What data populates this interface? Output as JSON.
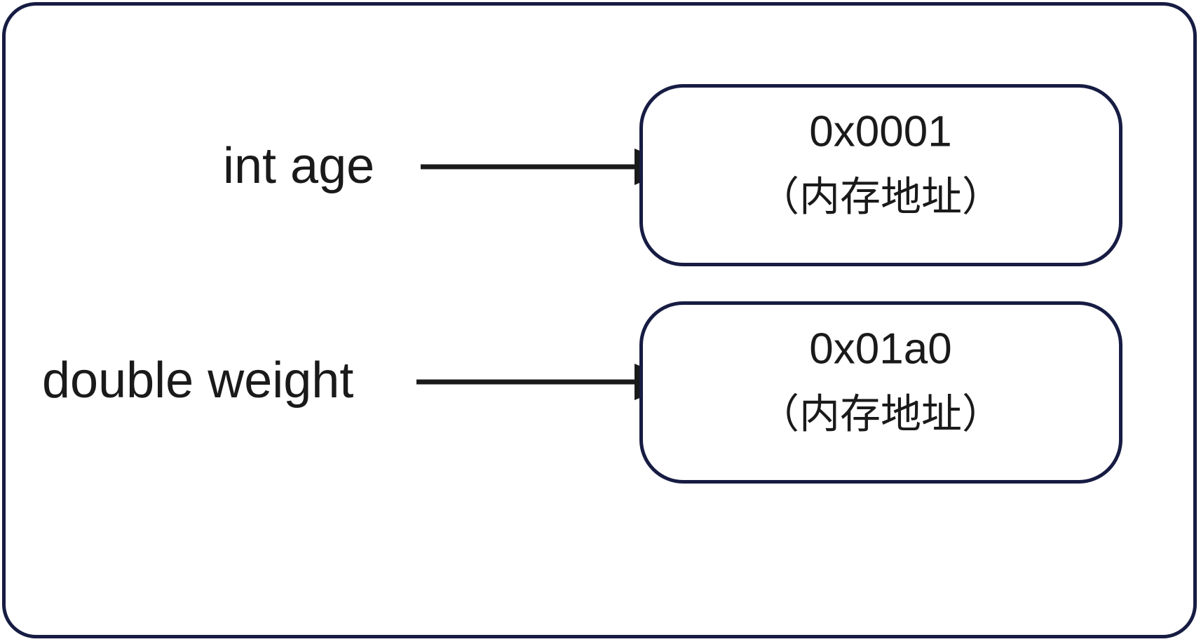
{
  "diagram": {
    "title": "variable-to-memory-address-mapping",
    "colors": {
      "frame_stroke": "#171c43",
      "box_stroke": "#171c43",
      "text": "#1a1a1a",
      "background": "#ffffff",
      "arrow": "#1a1a1a"
    },
    "rows": [
      {
        "variable_label": "int age",
        "address_value": "0x0001",
        "address_caption": "（内存地址）",
        "arrow_name": "arrow-int-age-to-address"
      },
      {
        "variable_label": "double weight",
        "address_value": "0x01a0",
        "address_caption": "（内存地址）",
        "arrow_name": "arrow-double-weight-to-address"
      }
    ]
  }
}
